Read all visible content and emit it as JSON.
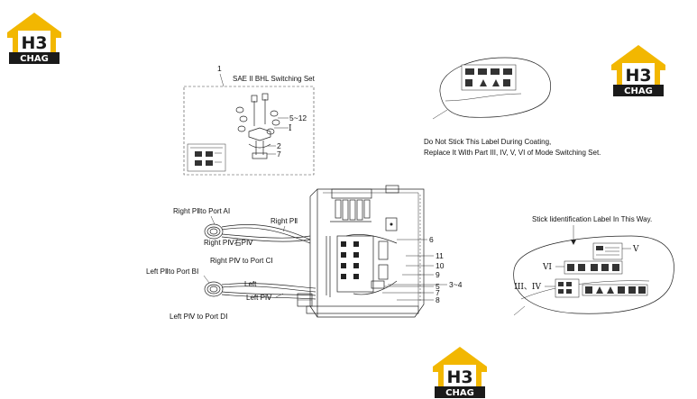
{
  "logo": {
    "mark": "H3",
    "text": "CHAG",
    "icon": "house-logo-icon",
    "accent": "#f2b701",
    "dark": "#1a1a1a"
  },
  "top_left": {
    "callout": "1",
    "set_title": "SAE II BHL Switching Set",
    "parts": [
      "5~12",
      "I",
      "2",
      "7"
    ]
  },
  "top_right": {
    "note_line1": "Do Not Stick This Label During Coating,",
    "note_line2": "Replace It With Part III, IV, V, VI of Mode Switching Set."
  },
  "main": {
    "left_labels": {
      "right_p2_port_a1": "Right PⅡto Port AⅠ",
      "right_p2": "Right PⅡ",
      "right_p4": "Right PⅣ右PⅣ",
      "right_p4_port_c1": "Right PⅣ to Port CⅠ",
      "left_p2_port_b1": "Left PⅡto Port BⅠ",
      "left": "Left",
      "left_p4": "Left PⅣ",
      "left_p4_port_d1": "Left PⅣ to Port DⅠ"
    },
    "callouts": [
      "6",
      "11",
      "10",
      "9",
      "3~4",
      "5",
      "7",
      "8"
    ]
  },
  "bottom_right": {
    "title": "Stick lidentification Label In This Way.",
    "roman_v": "V",
    "roman_vi": "VI",
    "roman_iii_iv": "III、IV"
  }
}
